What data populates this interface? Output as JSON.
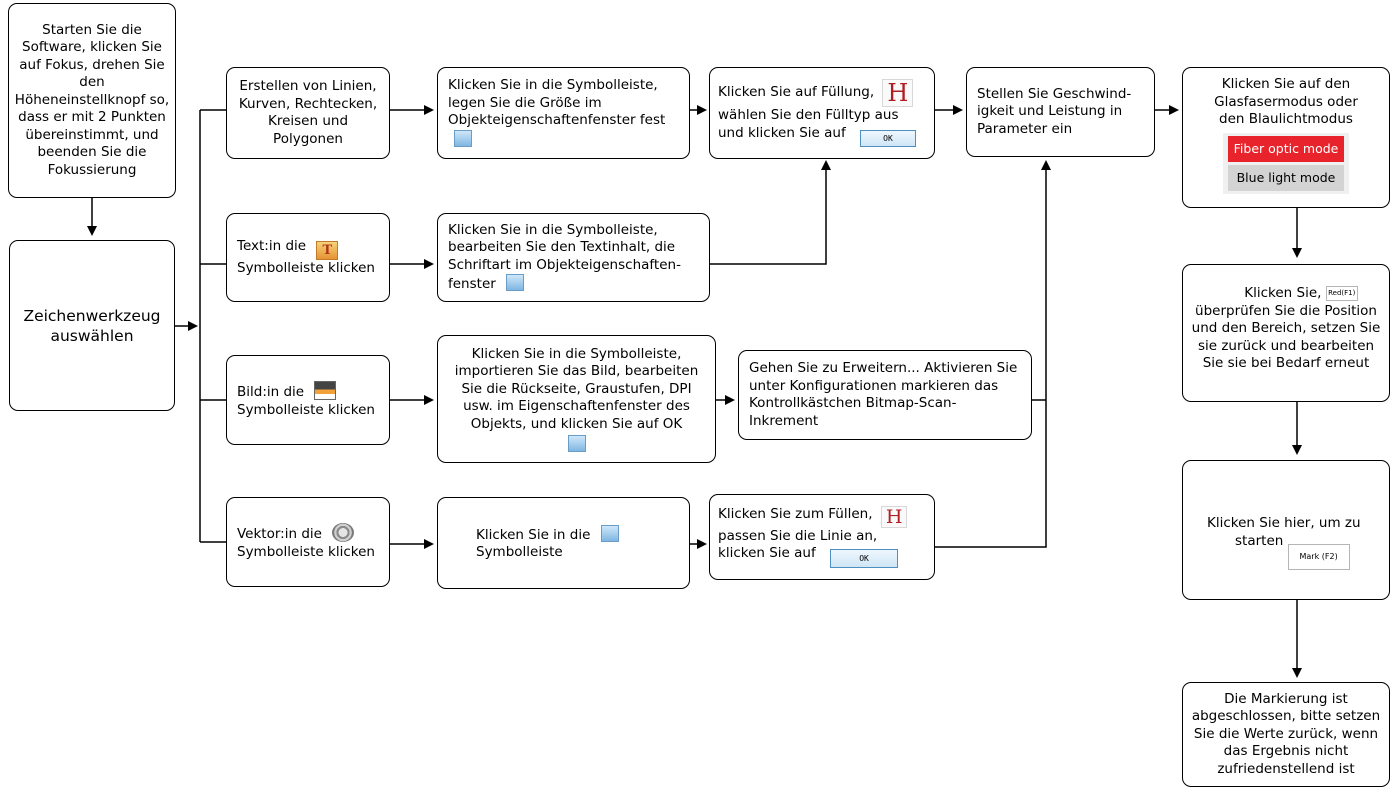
{
  "boxes": {
    "start": "Starten Sie die Software, klicken Sie auf Fokus, drehen Sie den Höheneinstellknopf so, dass er mit 2 Punkten übereinstimmt, und beenden Sie die Fokussierung",
    "select_tool": "Zeichenwerkzeug auswählen",
    "lines_shapes": "Erstellen von Linien, Kurven, Rechtecken, Kreisen und Polygonen",
    "text_tool": {
      "line1": "Text:in die",
      "line2": "Symbolleiste klicken"
    },
    "image_tool": {
      "line1": "Bild:in die",
      "line2": "Symbolleiste klicken"
    },
    "vector_tool": {
      "line1": "Vektor:in die",
      "line2": "Symbolleiste klicken"
    },
    "size_props": "Klicken Sie in die Symbolleiste, legen Sie die Größe im Objekteigenschaftenfenster fest",
    "text_props": "Klicken Sie in die Symbolleiste, bearbeiten Sie den Textinhalt, die Schriftart im Objekteigenschaften-fenster",
    "image_props": "Klicken Sie in die Symbolleiste, importieren Sie das Bild, bearbeiten Sie die Rückseite, Graustufen, DPI usw. im Eigenschaftenfenster des Objekts, und klicken Sie auf OK",
    "vector_click": {
      "line1": "Klicken Sie in die",
      "line2": "Symbolleiste"
    },
    "fill": {
      "line1": "Klicken Sie auf Füllung,",
      "line2": "wählen Sie den Fülltyp aus",
      "line3": "und klicken Sie auf"
    },
    "bitmap": "Gehen Sie zu Erweitern... Aktivieren Sie unter Konfigurationen markieren das Kontrollkästchen Bitmap-Scan-Inkrement",
    "vector_fill": {
      "line1": "Klicken Sie zum Füllen,",
      "line2": "passen Sie die Linie an,",
      "line3": "klicken Sie auf"
    },
    "speed_power": "Stellen Sie Geschwind-igkeit und Leistung in Parameter ein",
    "mode_select": "Klicken Sie auf den Glasfasermodus oder den Blaulichtmodus",
    "check_position": {
      "line1": "Klicken Sie,",
      "rest": "überprüfen Sie die Position und den Bereich, setzen Sie sie zurück und bearbeiten Sie sie bei Bedarf erneut"
    },
    "start_mark": {
      "line1": "Klicken Sie hier, um zu",
      "line2": "starten"
    },
    "done": "Die Markierung ist abgeschlossen, bitte setzen Sie die Werte zurück, wenn das Ergebnis nicht zufriedenstellend ist"
  },
  "ui_snippets": {
    "fiber_mode": "Fiber optic mode",
    "blue_mode": "Blue light mode",
    "ok": "OK",
    "red_button": "Red(F1)",
    "mark_button": "Mark (F2)",
    "fill_glyph": "H",
    "text_icon_glyph": "T"
  },
  "colors": {
    "fiber_bg": "#e8232b",
    "blue_bg": "#d3d3d3",
    "fill_glyph": "#b01f24"
  }
}
